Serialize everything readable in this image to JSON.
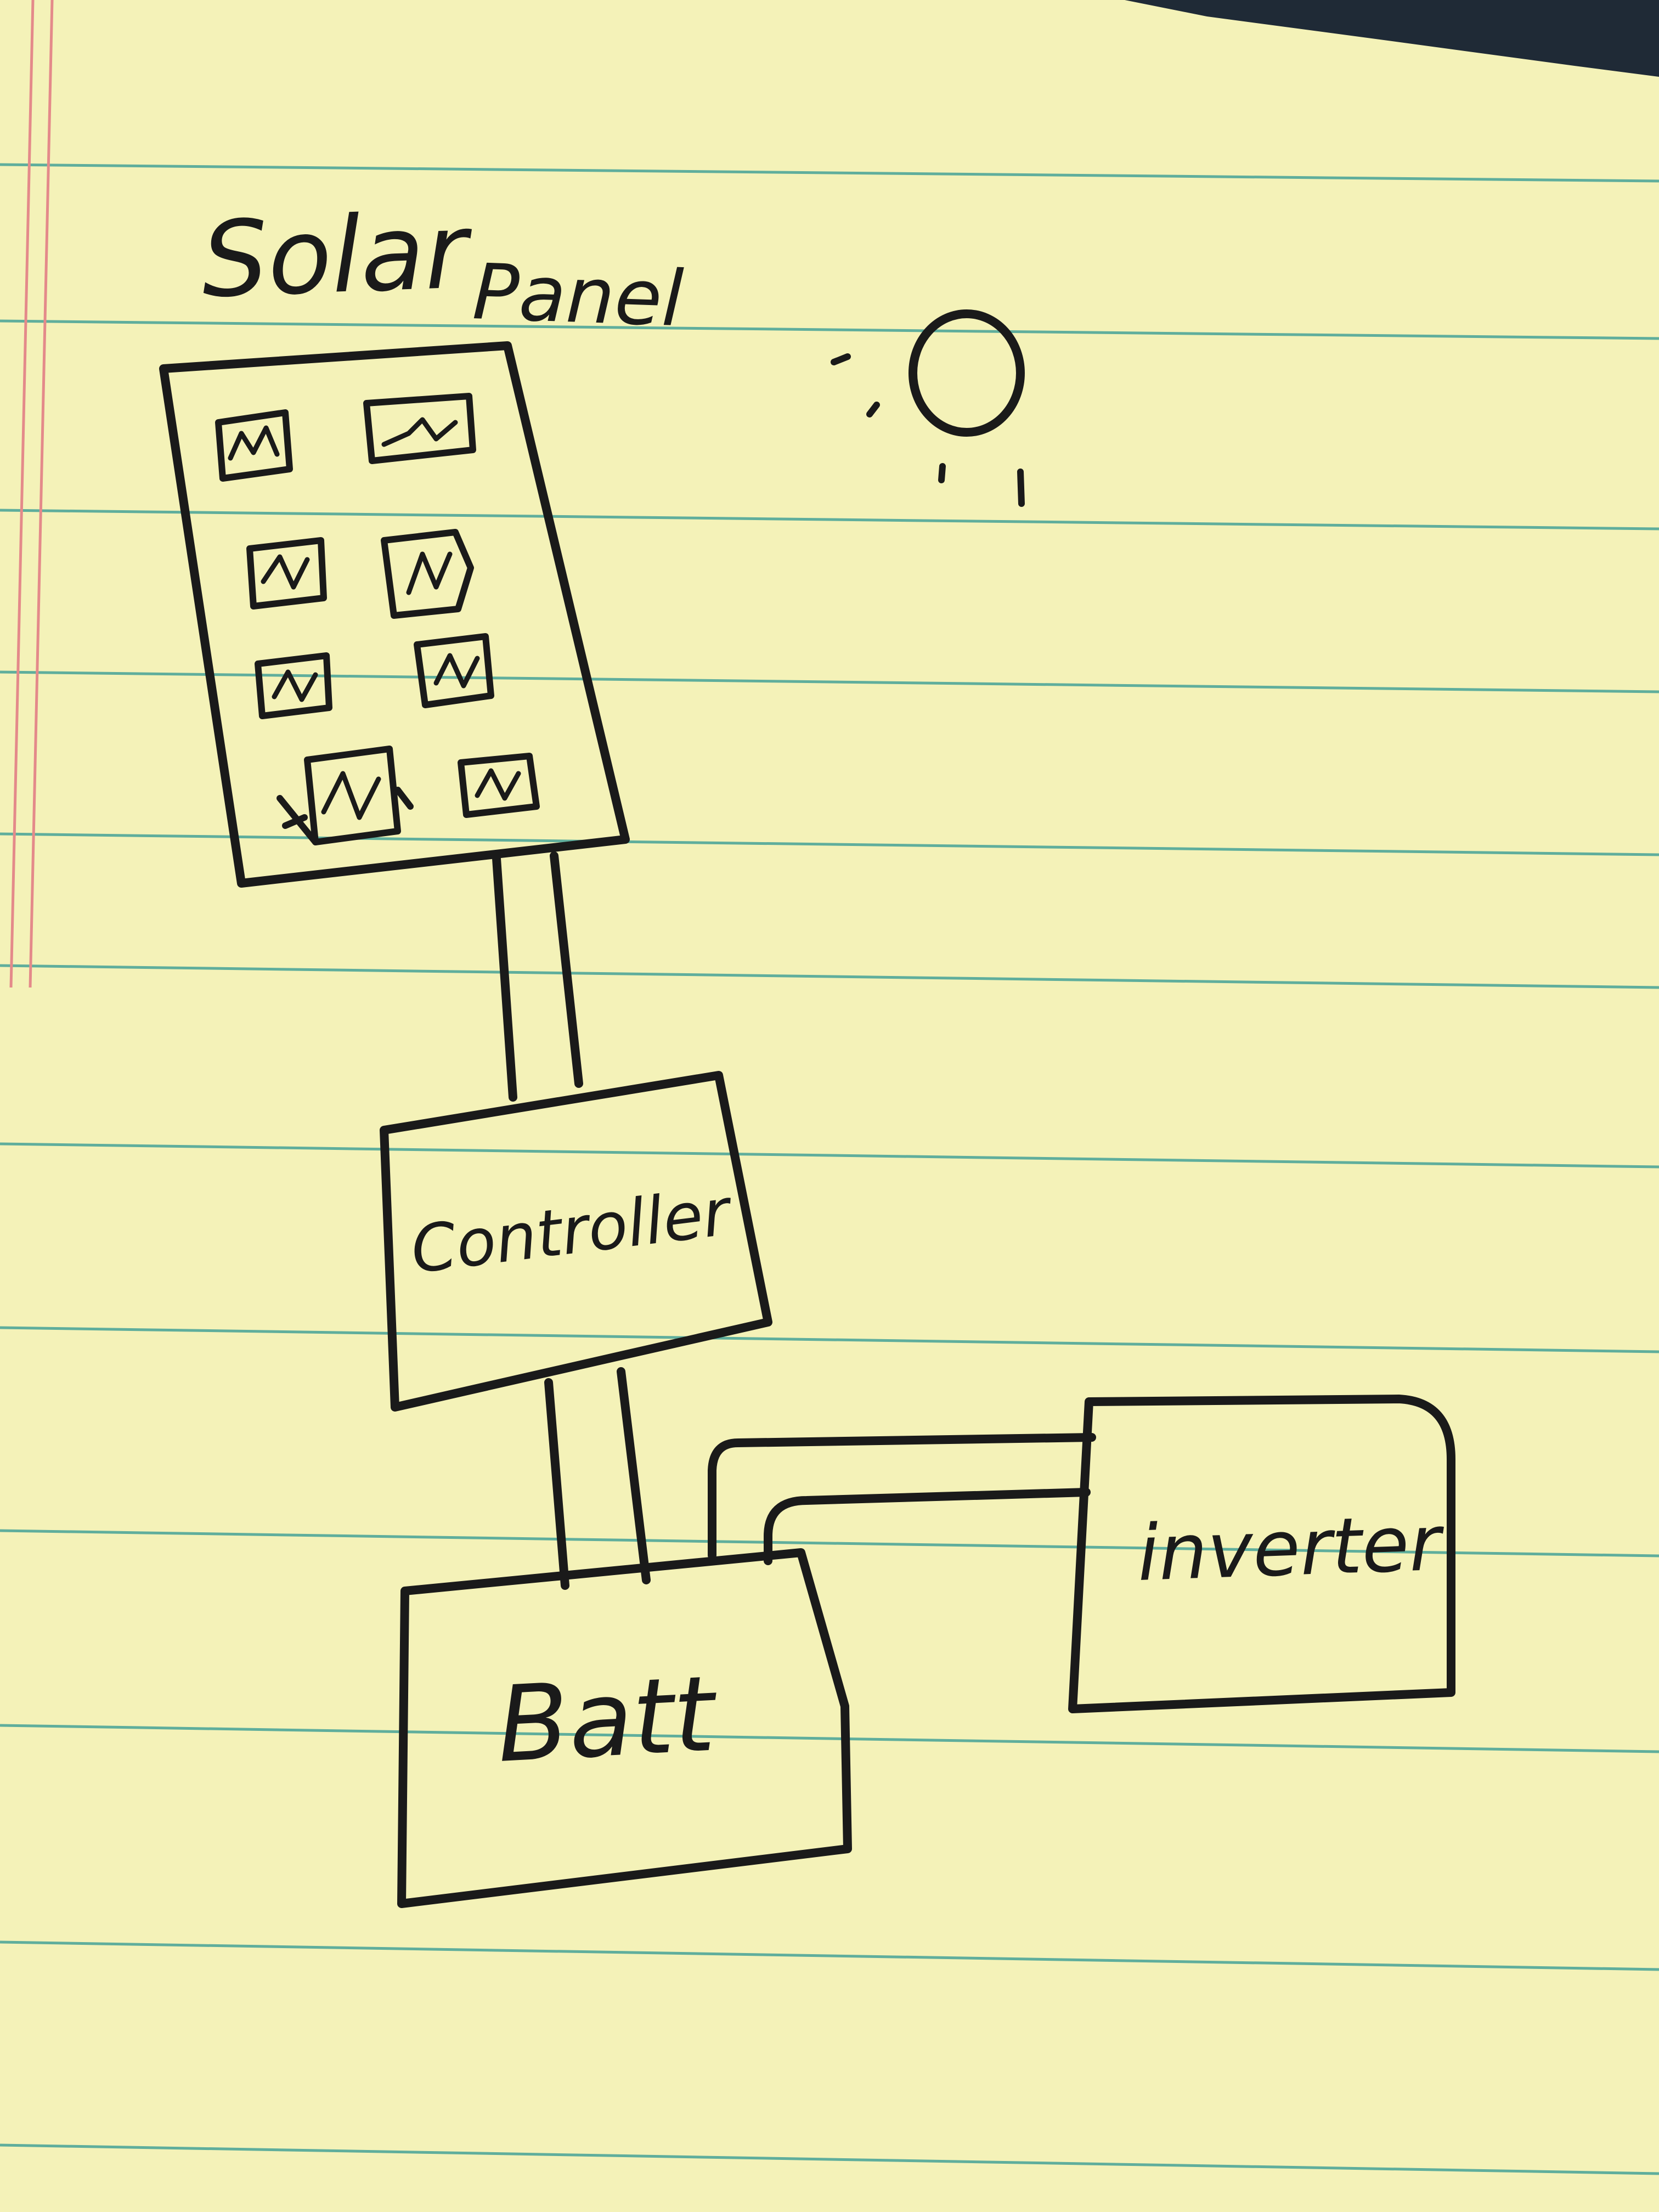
{
  "colors": {
    "paper": "#f4f2b8",
    "paper_shadow": "#e6e4a6",
    "rule_line": "#5fae9c",
    "margin_line": "#e48a8a",
    "ink": "#1a1a1a",
    "pad_top": "#1f2a36"
  },
  "diagram": {
    "title_word1": "Solar",
    "title_word2": "Panel",
    "nodes": {
      "controller": "Controller",
      "battery": "Batt",
      "inverter": "inverter"
    }
  }
}
